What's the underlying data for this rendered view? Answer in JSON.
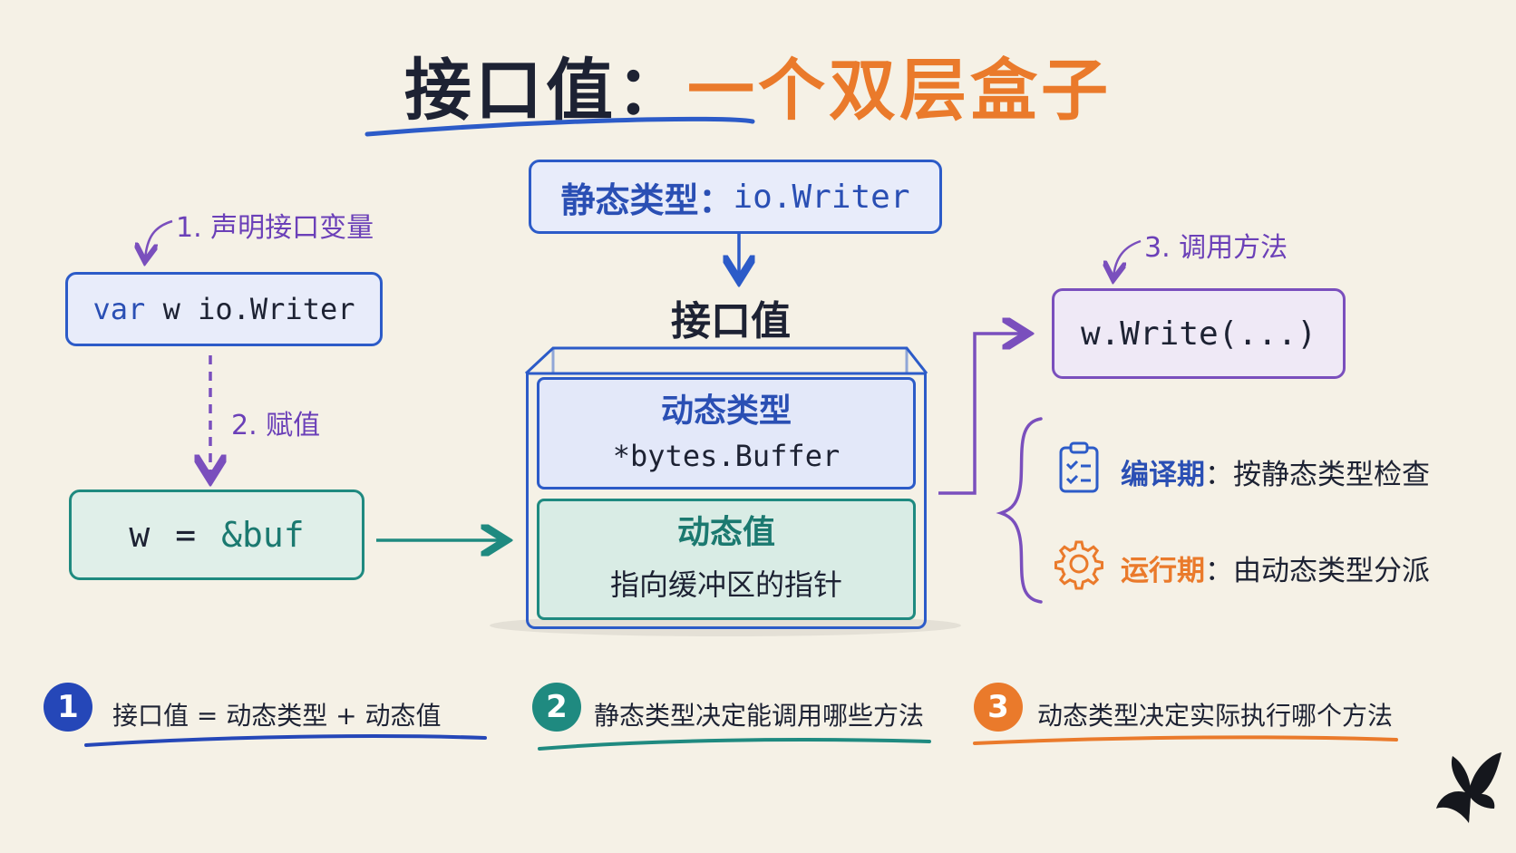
{
  "title": {
    "part1": "接口值：",
    "part2": "一个双层盒子"
  },
  "static_type_box": {
    "label": "静态类型：",
    "value": "io.Writer"
  },
  "left": {
    "step1_label": "1. 声明接口变量",
    "declare_code": "var w io.Writer",
    "declare_keyword": "var",
    "declare_rest": " w io.Writer",
    "step2_label": "2. 赋值",
    "assign_code": "w = &buf",
    "assign_lhs": "w",
    "assign_op": "=",
    "assign_rhs": "&buf"
  },
  "center": {
    "title": "接口值",
    "top_layer": {
      "title": "动态类型",
      "sub": "*bytes.Buffer"
    },
    "bottom_layer": {
      "title": "动态值",
      "sub": "指向缓冲区的指针"
    }
  },
  "right": {
    "step3_label": "3. 调用方法",
    "call_code": "w.Write(...)",
    "notes": [
      {
        "key": "编译期",
        "text": "：按静态类型检查",
        "icon": "clipboard-check-icon"
      },
      {
        "key": "运行期",
        "text": "：由动态类型分派",
        "icon": "gear-icon"
      }
    ]
  },
  "summary": [
    {
      "num": "1",
      "text": "接口值 = 动态类型 + 动态值",
      "color": "#2547b8"
    },
    {
      "num": "2",
      "text": "静态类型决定能调用哪些方法",
      "color": "#1f8a80"
    },
    {
      "num": "3",
      "text": "动态类型决定实际执行哪个方法",
      "color": "#ea7a2b"
    }
  ],
  "colors": {
    "blue": "#2c5bc8",
    "teal": "#1f8a80",
    "purple": "#7a4fbd",
    "orange": "#ea7a2b",
    "ink": "#1d2233"
  },
  "logo_icon": "butterfly-icon"
}
